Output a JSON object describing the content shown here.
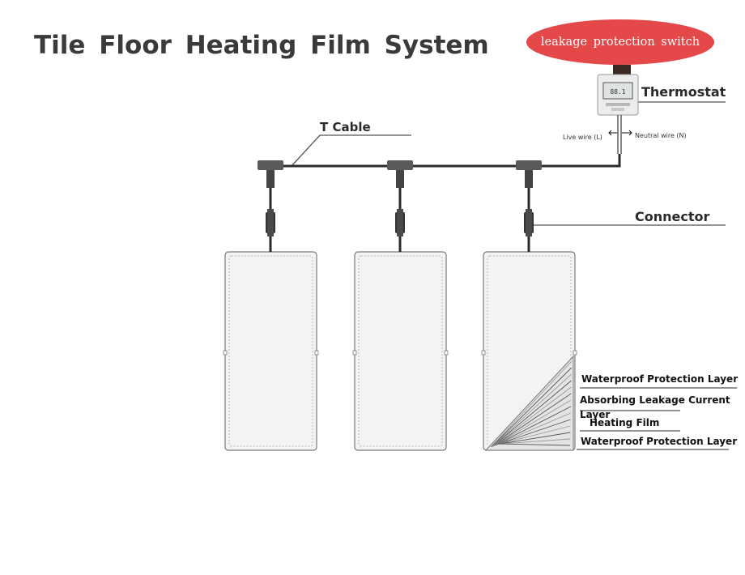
{
  "title": "Tile  Floor  Heating  Film System",
  "switch_label": "leakage  protection  switch",
  "thermostat": {
    "label": "Thermostat",
    "display": "88.1"
  },
  "wires": {
    "live": "Live wire (L)",
    "neutral": "Neutral wire (N)"
  },
  "t_cable_label": "T Cable",
  "connector_label": "Connector",
  "layers": [
    "Waterproof Protection Layer",
    "Absorbing Leakage Current Layer",
    "Heating Film",
    "Waterproof Protection Layer"
  ],
  "colors": {
    "switch": "#e54848",
    "wire": "#2a2a2a",
    "panel_fill": "#f3f3f3",
    "panel_border": "#7a7a7a"
  }
}
